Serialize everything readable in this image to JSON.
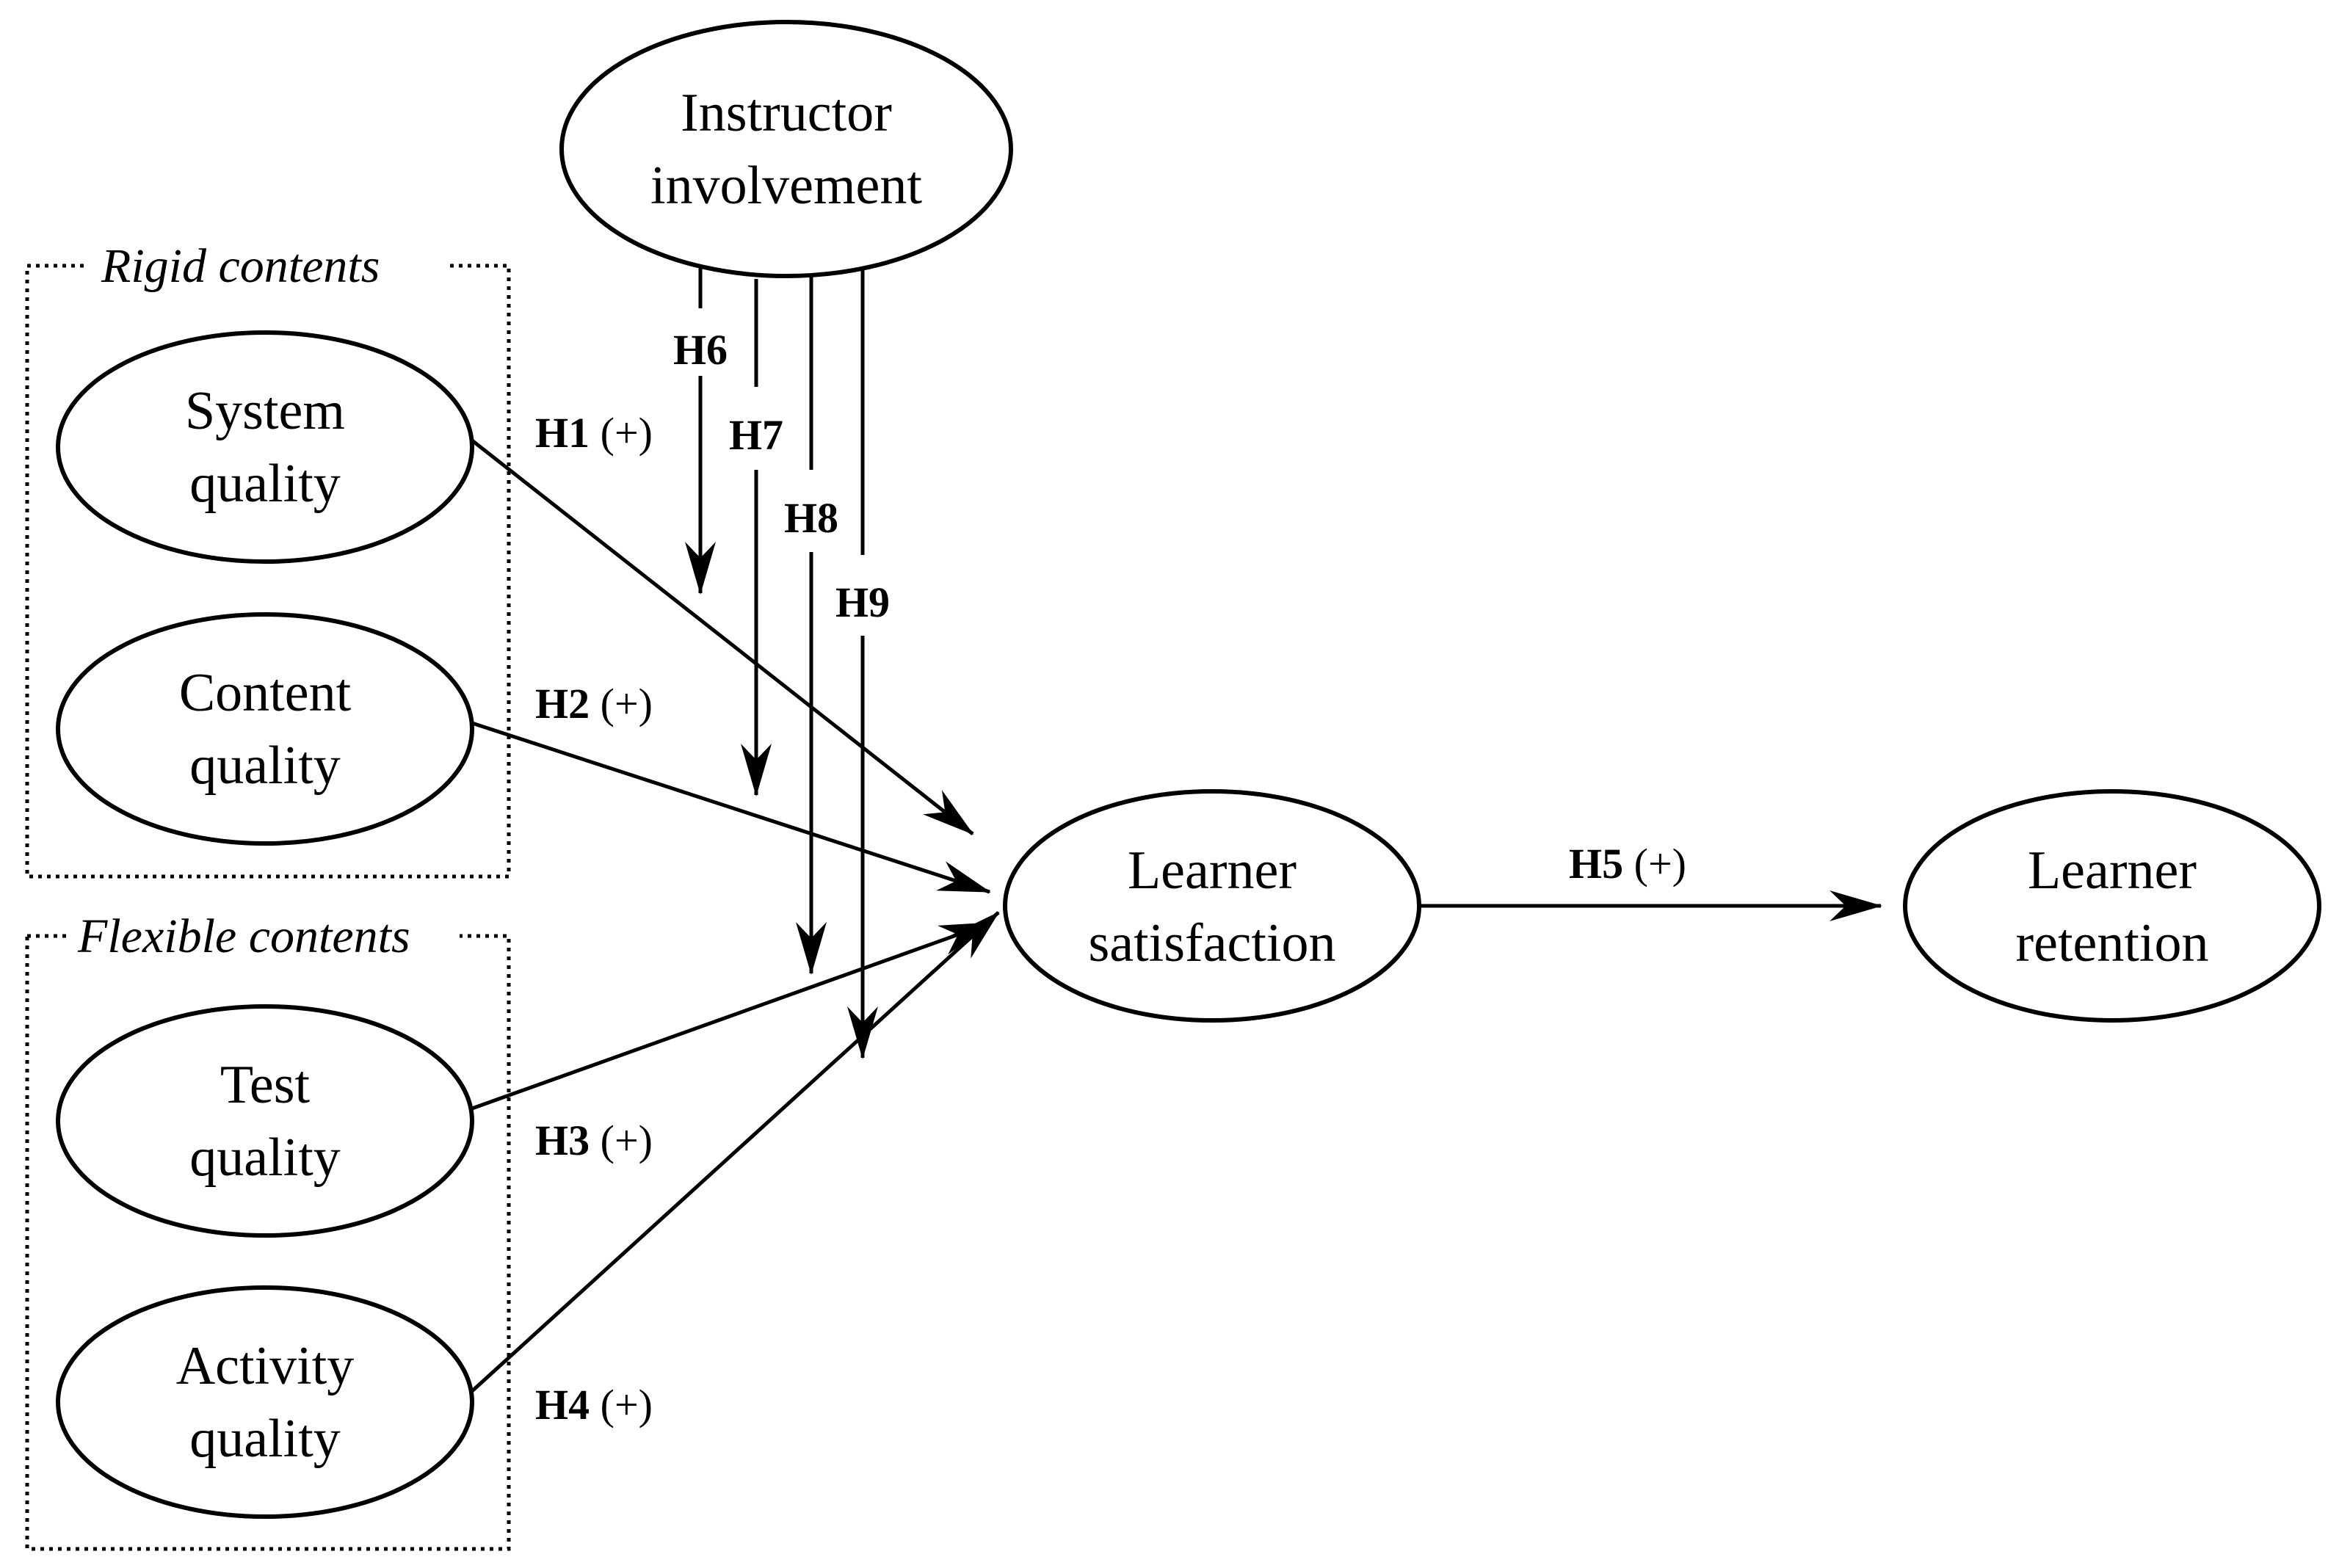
{
  "groups": {
    "rigid": {
      "label": "Rigid contents"
    },
    "flexible": {
      "label": "Flexible contents"
    }
  },
  "nodes": {
    "instructor": {
      "line1": "Instructor",
      "line2": "involvement"
    },
    "system": {
      "line1": "System",
      "line2": "quality"
    },
    "content": {
      "line1": "Content",
      "line2": "quality"
    },
    "test": {
      "line1": "Test",
      "line2": "quality"
    },
    "activity": {
      "line1": "Activity",
      "line2": "quality"
    },
    "satisfaction": {
      "line1": "Learner",
      "line2": "satisfaction"
    },
    "retention": {
      "line1": "Learner",
      "line2": "retention"
    }
  },
  "hypotheses": {
    "h1": {
      "id": "H1",
      "sign": "(+)"
    },
    "h2": {
      "id": "H2",
      "sign": "(+)"
    },
    "h3": {
      "id": "H3",
      "sign": "(+)"
    },
    "h4": {
      "id": "H4",
      "sign": "(+)"
    },
    "h5": {
      "id": "H5",
      "sign": "(+)"
    },
    "h6": {
      "id": "H6"
    },
    "h7": {
      "id": "H7"
    },
    "h8": {
      "id": "H8"
    },
    "h9": {
      "id": "H9"
    }
  }
}
